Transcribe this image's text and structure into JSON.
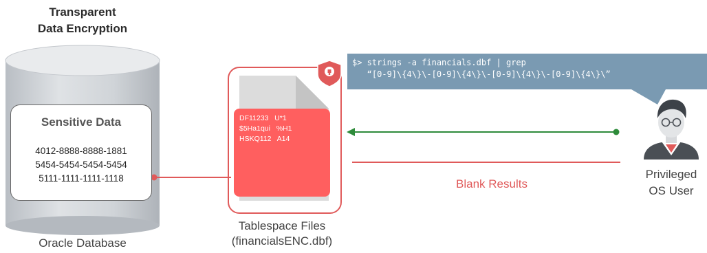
{
  "header": {
    "title_line1": "Transparent",
    "title_line2": "Data Encryption"
  },
  "database": {
    "label": "Oracle Database",
    "box_title": "Sensitive Data",
    "records": [
      "4012-8888-8888-1881",
      "5454-5454-5454-5454",
      "5111-1111-1111-1118"
    ]
  },
  "tablespace": {
    "label_line1": "Tablespace Files",
    "label_line2": "(financialsENC.dbf)",
    "encrypted_rows": [
      "DF11233   U*1",
      "$5Ha1qui   %H1",
      "HSKQ112   A14"
    ]
  },
  "command": {
    "line1": "$> strings -a financials.dbf | grep",
    "line2": "   “[0-9]\\{4\\}\\-[0-9]\\{4\\}\\-[0-9]\\{4\\}\\-[0-9]\\{4\\}\\”"
  },
  "result": {
    "label": "Blank Results"
  },
  "user": {
    "label_line1": "Privileged",
    "label_line2": "OS User"
  },
  "colors": {
    "accent_red": "#e05a5a",
    "file_red": "#ff5f5f",
    "arrow_green": "#2e8b3a",
    "cmd_bg": "#7a9ab2",
    "cylinder_grey": "#c8ccd0"
  },
  "icons": {
    "shield": "shield-lock-icon",
    "user": "user-avatar-icon"
  }
}
